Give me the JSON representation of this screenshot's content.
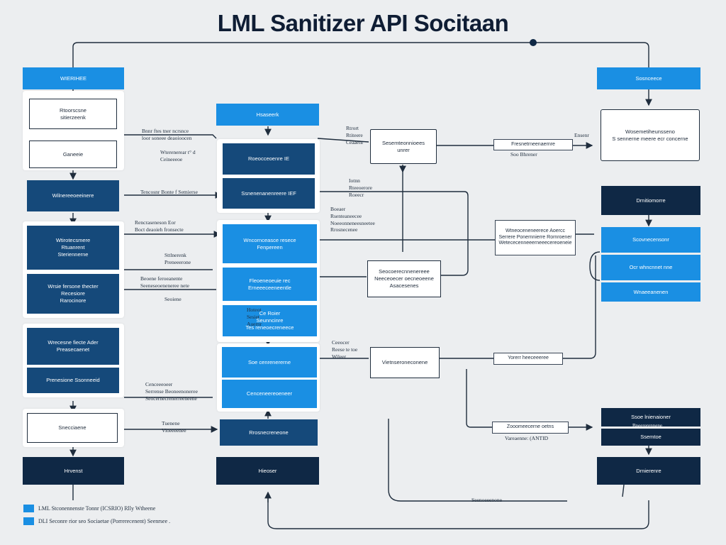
{
  "title": "LML Sanitizer API Socitaan",
  "left_column": {
    "header": "WIERIHEE",
    "b1": "Rtoorscsne\nsitierzeenk",
    "b2": "Ganeeie",
    "b3": "Wilnereeoeeinere",
    "b4": "Wtirotecsmere\nRtuanrent\nSteriennerne",
    "b5": "Wrsie fersone thecter\nRecesiore\nRarocinore",
    "b6": "Wrecesne fiecte Ader\nPreasecaenet",
    "b7": "Prenesione Ssonneeid",
    "b8": "Snecciaene",
    "b9": "Hrvenst"
  },
  "middle_column": {
    "m1": "Hsaseerk",
    "m2": "Roeocceoenre IE",
    "m3": "Ssnenenanenreere IEF",
    "m4": "Wncornceasce resece\nFenpereen",
    "m5": "Fleoeneoeuie rec\nErneeeceeneentle",
    "m6": "Ce Roier\nSeunncinre\nTes reneoecreneece",
    "m7": "Soe cenrenererne",
    "m8": "Cenceneereoeneer",
    "m9": "Rrosnecreneone",
    "m10": "Hieoser"
  },
  "center": {
    "c1": "Sesemteonnioees\nunrer",
    "c2": "Seocoerecnnenereee\nNeeceoecer oecneoeene\nAsacesenes",
    "c3": "Vietnseroneconene"
  },
  "right_column": {
    "header": "Sosnceece",
    "r1": "Wosemetiheunsseno\nS sennerne meere ecr concerne",
    "r2": "Drnitiomorre",
    "r3": "Scovnecensonr",
    "r4": "Ocr whncnnet nne",
    "r5": "Wnaeeanenen",
    "r6": "Ssoe lnienaioner",
    "r7": "Ssemtoe",
    "r8": "Drnierenre"
  },
  "connector_boxes": {
    "k1": "Fresnetrneenaernre",
    "k2": "Wtneoceneneerece Aoercc\nSerrere Ponernnierre Rornroener\nWetececenneeerneeecereoeneie",
    "k3": "Yorerr heeceeeree",
    "k4": "Zooomeecerne oetns"
  },
  "labels": {
    "l1": "Bnnr ftes tner ncrsnce\nloor soneee deaoioocen",
    "l2": "Wterenerear t° d\nCeineeeoe",
    "l3": "Tencosnr Bonte f Semierse",
    "l4": "Rencraseneson Eor\nBoct deaoieh fronsecte",
    "l5": "Sttlnerenk\nPreneeerone",
    "l6": "Beoene feroeanente\nSeeneseoeneneree nete",
    "l7": "Seoiene",
    "l8": "Cenceeeoeer\nSerrense Beoneenoneree\nSeocernecrenerreeneene",
    "l9": "Tuenene\nVioeeeenee",
    "l10": "Hoteot\nSesiet\nAuernr",
    "l11": "Rtrort\nRtiteere\nCeaaenr",
    "l12": "Iotnn\nRteeoerore\nRoeecr",
    "l13": "Boeaer\nRsenteaneecee\nNoeeonneneesneetee\nRrosnecenee",
    "l14": "Ceeocer\nReese te toe\nWileer",
    "l15": "Soo Bhrener",
    "l16": "Ensenr",
    "l17": "Seenoeeenone",
    "l18": "Vareaenne: (ANTID",
    "l19": "Bneererennene"
  },
  "legend": [
    "LML Stconennenste Tonnr (ICSRIO) Rlly Wtheene",
    "DLI Seconre rior seo Sociaetae (Porrerecenent) Seenrsee ."
  ],
  "colors": {
    "blue": "#1a8fe3",
    "navy": "#15497a",
    "dark": "#0f2845",
    "line": "#1f2d3d"
  }
}
